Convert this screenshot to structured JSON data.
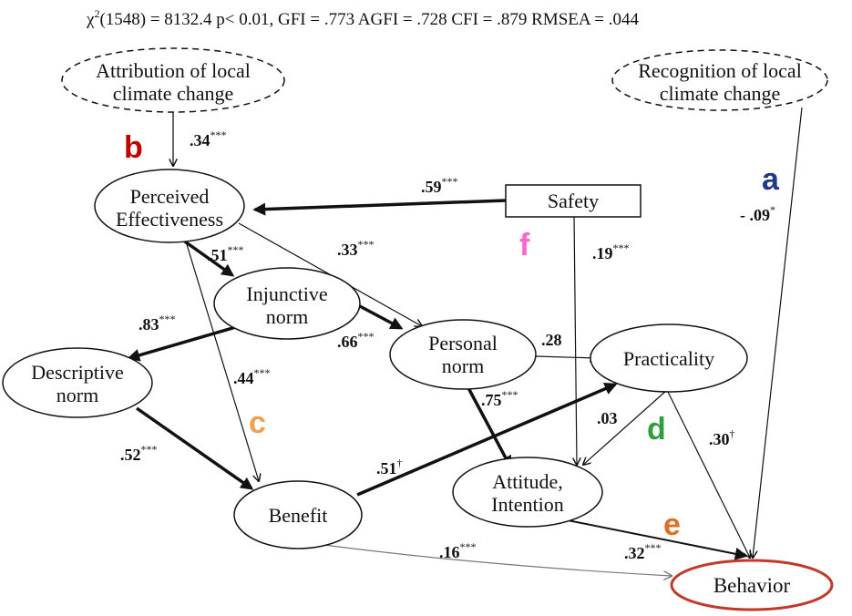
{
  "fit": {
    "prefix": "χ",
    "sup": "2",
    "rest": "(1548) = 8132.4  p< 0.01, GFI = .773 AGFI = .728 CFI = .879 RMSEA = .044"
  },
  "nodes": {
    "attribution": [
      "Attribution of local",
      "climate change"
    ],
    "recognition": [
      "Recognition of local",
      "climate change"
    ],
    "perceived": [
      "Perceived",
      "Effectiveness"
    ],
    "safety": [
      "Safety"
    ],
    "injunctive": [
      "Injunctive",
      "norm"
    ],
    "personal": [
      "Personal",
      "norm"
    ],
    "descriptive": [
      "Descriptive",
      "norm"
    ],
    "practicality": [
      "Practicality"
    ],
    "attitude": [
      "Attitude,",
      "Intention"
    ],
    "benefit": [
      "Benefit"
    ],
    "behavior": [
      "Behavior"
    ]
  },
  "paths": {
    "attr_pe": {
      "coef": ".34",
      "sig": "***"
    },
    "safety_pe": {
      "coef": ".59",
      "sig": "***"
    },
    "pe_inj": {
      "coef": ".51",
      "sig": "***"
    },
    "pe_pn": {
      "coef": ".33",
      "sig": "***"
    },
    "safety_att": {
      "coef": ".19",
      "sig": "***"
    },
    "rec_beh": {
      "coef": "- .09",
      "sig": "*"
    },
    "inj_desc": {
      "coef": ".83",
      "sig": "***"
    },
    "inj_pn": {
      "coef": ".66",
      "sig": "***"
    },
    "pn_prac": {
      "coef": ".28",
      "sig": ""
    },
    "pe_ben": {
      "coef": ".44",
      "sig": "***"
    },
    "pn_att": {
      "coef": ".75",
      "sig": "***"
    },
    "prac_att": {
      "coef": ".03",
      "sig": ""
    },
    "desc_ben": {
      "coef": ".52",
      "sig": "***"
    },
    "ben_prac": {
      "coef": ".51",
      "sig": "†"
    },
    "prac_beh": {
      "coef": ".30",
      "sig": "†"
    },
    "ben_beh": {
      "coef": ".16",
      "sig": "***"
    },
    "att_beh": {
      "coef": ".32",
      "sig": "***"
    }
  },
  "letters": {
    "a": {
      "text": "a",
      "color": "#1f3a8a"
    },
    "b": {
      "text": "b",
      "color": "#c00000"
    },
    "c": {
      "text": "c",
      "color": "#f0a050"
    },
    "d": {
      "text": "d",
      "color": "#2e9e3e"
    },
    "e": {
      "text": "e",
      "color": "#e07020"
    },
    "f": {
      "text": "f",
      "color": "#ff66cc"
    }
  },
  "colors": {
    "behavior_border": "#c0392b",
    "line": "#111111",
    "thin_gray": "#777777"
  }
}
